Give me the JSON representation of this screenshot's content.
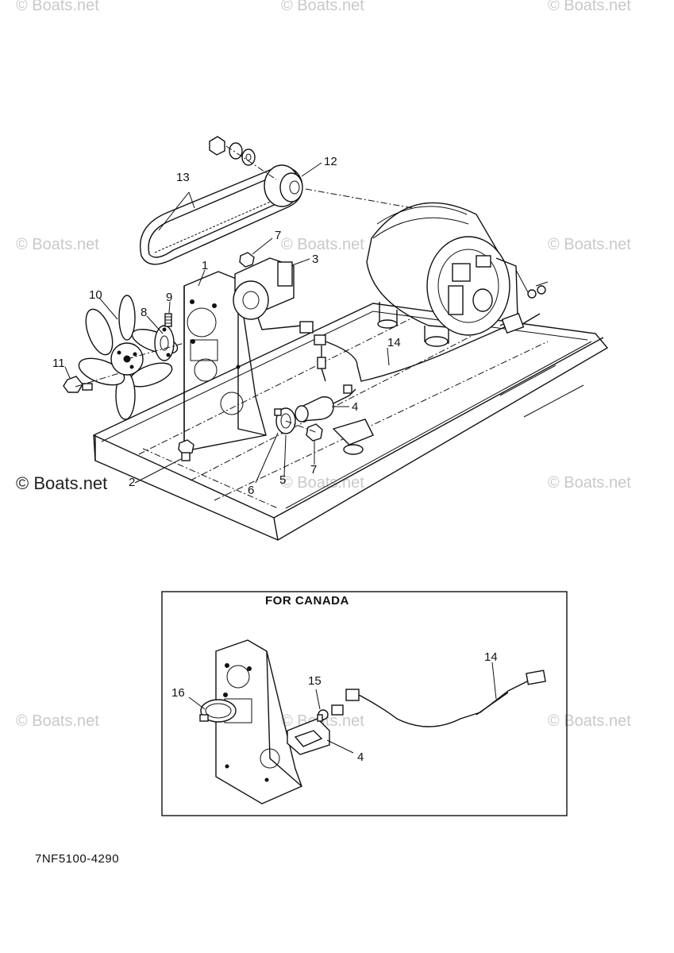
{
  "watermarks": {
    "text": "© Boats.net",
    "main": "© Boats.net"
  },
  "callouts": {
    "n1": "1",
    "n2": "2",
    "n3": "3",
    "n4": "4",
    "n5": "5",
    "n6": "6",
    "n7a": "7",
    "n7b": "7",
    "n8": "8",
    "n9": "9",
    "n10": "10",
    "n11": "11",
    "n12": "12",
    "n13": "13",
    "n14": "14"
  },
  "inset": {
    "title": "FOR CANADA",
    "n4": "4",
    "n14": "14",
    "n15": "15",
    "n16": "16"
  },
  "part_number": "7NF5100-4290"
}
